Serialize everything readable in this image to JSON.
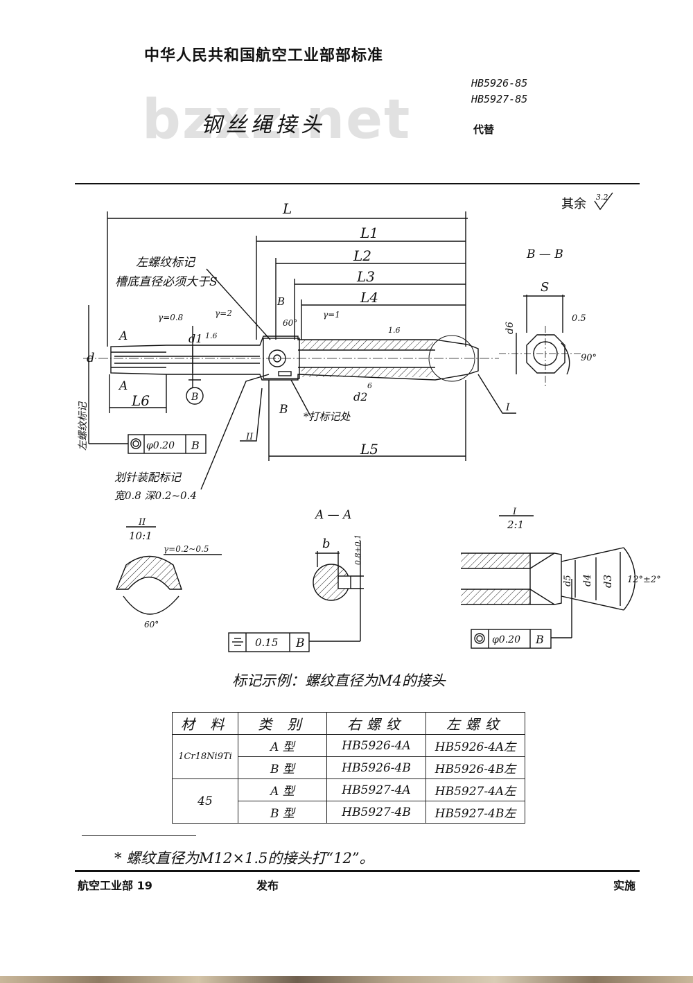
{
  "header": {
    "org_title": "中华人民共和国航空工业部部标准",
    "code_1": "HB5926-85",
    "code_2": "HB5927-85",
    "replace_label": "代替",
    "doc_title": "钢丝绳接头",
    "watermark": "bzxz.net"
  },
  "drawing": {
    "surface_note": "其余",
    "surface_value": "3.2",
    "dim_L": "L",
    "dim_L1": "L1",
    "dim_L2": "L2",
    "dim_L3": "L3",
    "dim_L4": "L4",
    "dim_L5": "L5",
    "dim_L6": "L6",
    "note_left_thread_1": "左螺纹标记",
    "note_left_thread_2": "槽底直径必须大于S",
    "r_08": "γ=0.8",
    "r_2": "γ=2",
    "r_1": "γ=1",
    "angle_60": "60°",
    "rough_16a": "1.6",
    "rough_16b": "1.6",
    "label_A_top": "A",
    "label_A_bottom": "A",
    "label_B_top": "B",
    "label_B_bottom": "B",
    "dim_d": "d",
    "dim_d1": "d1",
    "dim_d2": "d2",
    "datum_B": "B",
    "side_note": "左螺纹标记",
    "tol_6": "6",
    "mark_note": "*打标记处",
    "view_I": "I",
    "view_II": "II",
    "tol_frame_1_value": "φ0.20",
    "tol_frame_1_datum": "B",
    "note_pin_1": "划针装配标记",
    "note_pin_2": "宽0.8 深0.2~0.4",
    "section_BB": "B — B",
    "dim_S": "S",
    "dim_d6": "d6",
    "dim_05": "0.5",
    "angle_90": "90°",
    "detail_II_title": "II",
    "detail_II_scale": "10:1",
    "detail_II_r": "γ=0.2~0.5",
    "detail_II_angle": "60°",
    "section_AA": "A — A",
    "dim_b": "b",
    "dim_08": "0.8+0.1",
    "tol_frame_2_value": "0.15",
    "tol_frame_2_datum": "B",
    "detail_I_title": "I",
    "detail_I_scale": "2:1",
    "dim_d3": "d3",
    "dim_d4": "d4",
    "dim_d5": "d5",
    "angle_12": "12°±2°",
    "tol_frame_3_value": "φ0.20",
    "tol_frame_3_datum": "B"
  },
  "example_title": "标记示例：螺纹直径为M4的接头",
  "table": {
    "headers": [
      "材 料",
      "类 别",
      "右螺纹",
      "左螺纹"
    ],
    "rows": [
      {
        "material": "1Cr18Ni9Ti",
        "type": "A 型",
        "right": "HB5926-4A",
        "left": "HB5926-4A左"
      },
      {
        "type": "B 型",
        "right": "HB5926-4B",
        "left": "HB5926-4B左"
      },
      {
        "material": "45",
        "type": "A 型",
        "right": "HB5927-4A",
        "left": "HB5927-4A左"
      },
      {
        "type": "B 型",
        "right": "HB5927-4B",
        "left": "HB5927-4B左"
      }
    ]
  },
  "footnote": "* 螺纹直径为M12×1.5的接头打“12”。",
  "footer": {
    "left": "航空工业部 19",
    "center": "发布",
    "right": "实施"
  }
}
